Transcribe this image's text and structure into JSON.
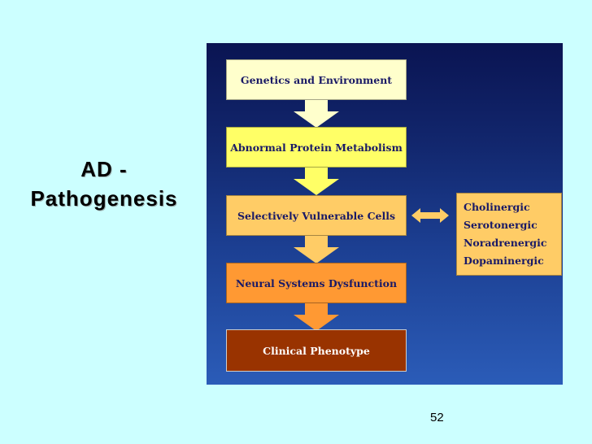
{
  "slide": {
    "title_line1": "AD -",
    "title_line2": "Pathogenesis",
    "page_number": "52"
  },
  "flow": {
    "steps": [
      "Genetics and Environment",
      "Abnormal Protein Metabolism",
      "Selectively Vulnerable Cells",
      "Neural Systems Dysfunction",
      "Clinical Phenotype"
    ],
    "cell_types": [
      "Cholinergic",
      "Serotonergic",
      "Noradrenergic",
      "Dopaminergic"
    ]
  },
  "colors": {
    "background": "#ccffff",
    "step1": "#ffffcc",
    "step2": "#ffff66",
    "step3": "#ffcc66",
    "step4": "#ff9933",
    "step5": "#993300"
  }
}
